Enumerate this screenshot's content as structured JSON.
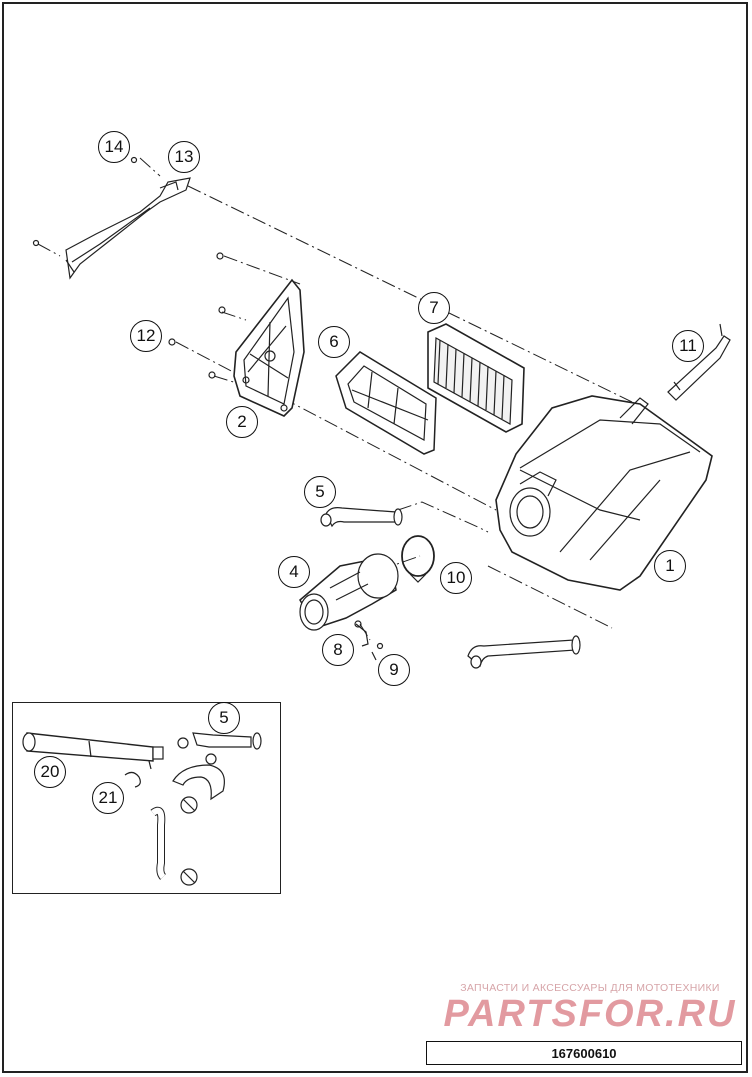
{
  "callouts": {
    "c1": "1",
    "c2": "2",
    "c4": "4",
    "c5a": "5",
    "c5b": "5",
    "c6": "6",
    "c7": "7",
    "c8": "8",
    "c9": "9",
    "c10": "10",
    "c11": "11",
    "c12": "12",
    "c13": "13",
    "c14": "14",
    "c20": "20",
    "c21": "21"
  },
  "watermark": {
    "tagline": "ЗАПЧАСТИ И АКСЕССУАРЫ ДЛЯ МОТОТЕХНИКИ",
    "logo": "PARTSFOR.RU"
  },
  "document_number": "167600610",
  "colors": {
    "line": "#222222",
    "watermark": "#e29aa0",
    "background": "#ffffff"
  }
}
